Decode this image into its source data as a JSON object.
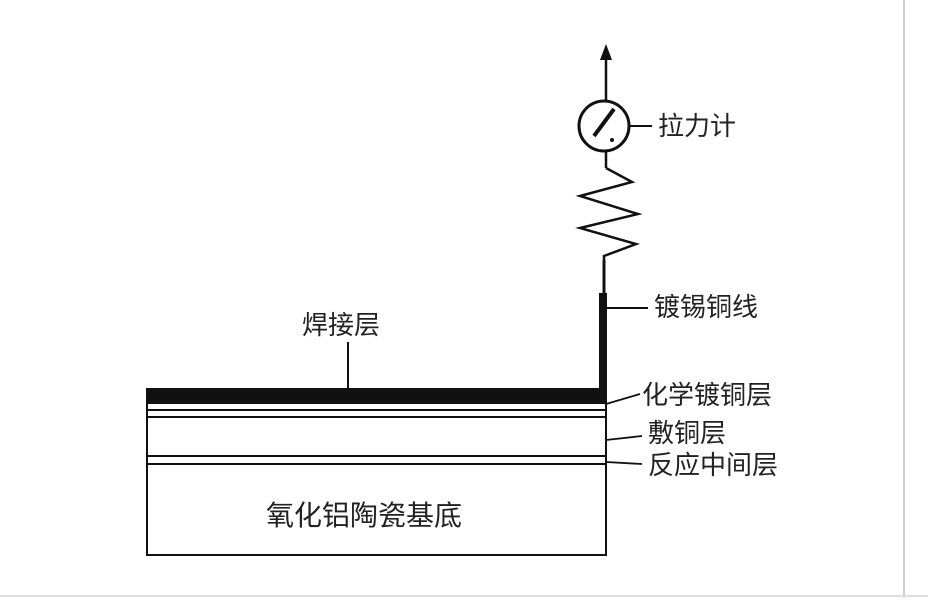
{
  "diagram": {
    "labels": {
      "gauge": "拉力计",
      "wire": "镀锡铜线",
      "solder_layer": "焊接层",
      "electroless_copper": "化学镀铜层",
      "clad_copper": "敷铜层",
      "reaction_layer": "反应中间层",
      "substrate": "氧化铝陶瓷基底"
    },
    "colors": {
      "ink": "#111111",
      "text": "#222222",
      "background": "#ffffff",
      "frame": "#cfcfcf"
    },
    "icons": [
      "arrow-up-icon",
      "force-gauge-icon",
      "spring-icon"
    ]
  }
}
